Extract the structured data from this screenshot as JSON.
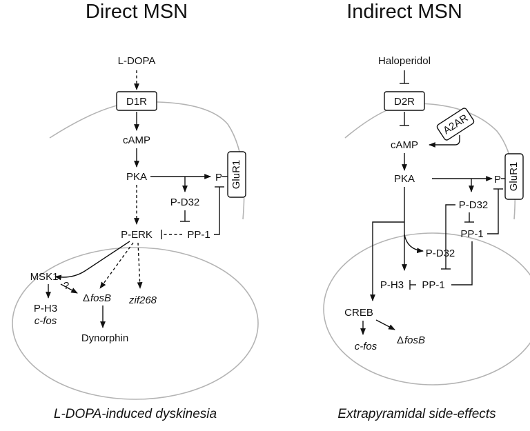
{
  "left": {
    "title": "Direct MSN",
    "drug": "L-DOPA",
    "receptor": "D1R",
    "camp": "cAMP",
    "pka": "PKA",
    "p": "P",
    "glur1": "GluR1",
    "pd32": "P-D32",
    "perk": "P-ERK",
    "pp1": "PP-1",
    "msk1": "MSK1",
    "question": "?",
    "delta": "Δ",
    "fosb": "fosB",
    "ph3": "P-H3",
    "cfos": "c-fos",
    "zif268": "zif268",
    "dynorphin": "Dynorphin",
    "caption": "L-DOPA-induced dyskinesia"
  },
  "right": {
    "title": "Indirect MSN",
    "drug": "Haloperidol",
    "receptor": "D2R",
    "a2ar": "A2AR",
    "camp": "cAMP",
    "pka": "PKA",
    "p": "P",
    "glur1": "GluR1",
    "pd32_upper": "P-D32",
    "pp1_upper": "PP-1",
    "pd32_lower": "P-D32",
    "pp1_lower": "PP-1",
    "ph3": "P-H3",
    "creb": "CREB",
    "cfos": "c-fos",
    "delta": "Δ",
    "fosb": "fosB",
    "caption": "Extrapyramidal side-effects"
  }
}
